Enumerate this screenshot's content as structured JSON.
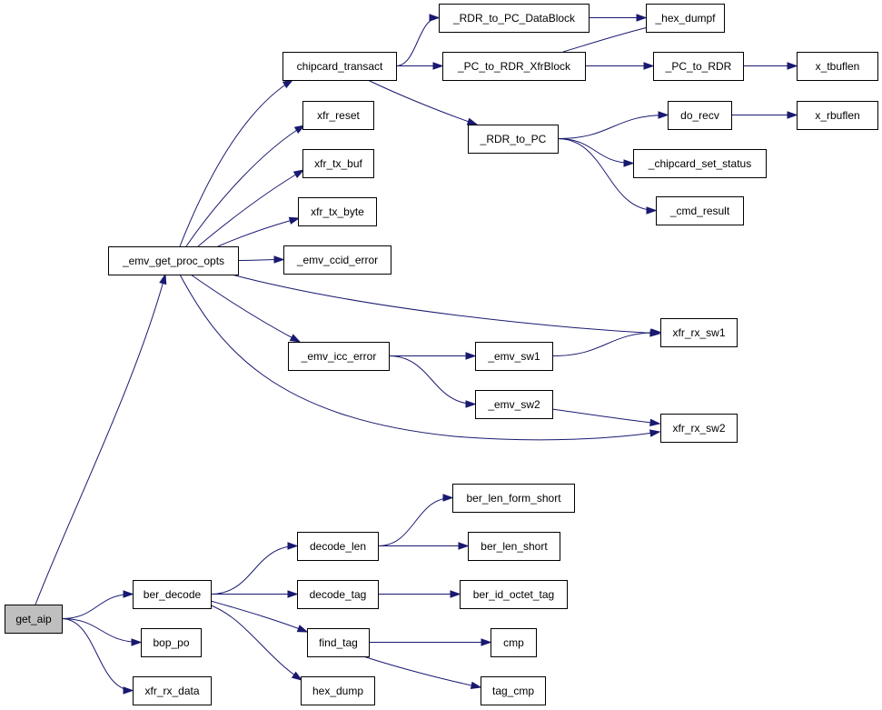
{
  "diagram": {
    "colors": {
      "edge": "#191970",
      "node_fill": "#ffffff",
      "root_fill": "#bfbfbf",
      "node_stroke": "#000000"
    },
    "nodes": {
      "get_aip": {
        "label": "get_aip",
        "root": true
      },
      "emv_get_proc_opts": {
        "label": "_emv_get_proc_opts"
      },
      "chipcard_transact": {
        "label": "chipcard_transact"
      },
      "rdr_to_pc_datablock": {
        "label": "_RDR_to_PC_DataBlock"
      },
      "hex_dumpf": {
        "label": "_hex_dumpf"
      },
      "pc_to_rdr_xfrblock": {
        "label": "_PC_to_RDR_XfrBlock"
      },
      "pc_to_rdr": {
        "label": "_PC_to_RDR"
      },
      "x_tbuflen": {
        "label": "x_tbuflen"
      },
      "rdr_to_pc": {
        "label": "_RDR_to_PC"
      },
      "do_recv": {
        "label": "do_recv"
      },
      "x_rbuflen": {
        "label": "x_rbuflen"
      },
      "chipcard_set_status": {
        "label": "_chipcard_set_status"
      },
      "cmd_result": {
        "label": "_cmd_result"
      },
      "xfr_reset": {
        "label": "xfr_reset"
      },
      "xfr_tx_buf": {
        "label": "xfr_tx_buf"
      },
      "xfr_tx_byte": {
        "label": "xfr_tx_byte"
      },
      "emv_ccid_error": {
        "label": "_emv_ccid_error"
      },
      "emv_icc_error": {
        "label": "_emv_icc_error"
      },
      "emv_sw1": {
        "label": "_emv_sw1"
      },
      "emv_sw2": {
        "label": "_emv_sw2"
      },
      "xfr_rx_sw1": {
        "label": "xfr_rx_sw1"
      },
      "xfr_rx_sw2": {
        "label": "xfr_rx_sw2"
      },
      "ber_decode": {
        "label": "ber_decode"
      },
      "decode_len": {
        "label": "decode_len"
      },
      "ber_len_form_short": {
        "label": "ber_len_form_short"
      },
      "ber_len_short": {
        "label": "ber_len_short"
      },
      "decode_tag": {
        "label": "decode_tag"
      },
      "ber_id_octet_tag": {
        "label": "ber_id_octet_tag"
      },
      "find_tag": {
        "label": "find_tag"
      },
      "cmp": {
        "label": "cmp"
      },
      "tag_cmp": {
        "label": "tag_cmp"
      },
      "hex_dump": {
        "label": "hex_dump"
      },
      "bop_po": {
        "label": "bop_po"
      },
      "xfr_rx_data": {
        "label": "xfr_rx_data"
      }
    },
    "edges": [
      {
        "from": "get_aip",
        "to": "emv_get_proc_opts"
      },
      {
        "from": "get_aip",
        "to": "ber_decode"
      },
      {
        "from": "get_aip",
        "to": "bop_po"
      },
      {
        "from": "get_aip",
        "to": "xfr_rx_data"
      },
      {
        "from": "emv_get_proc_opts",
        "to": "chipcard_transact"
      },
      {
        "from": "emv_get_proc_opts",
        "to": "xfr_reset"
      },
      {
        "from": "emv_get_proc_opts",
        "to": "xfr_tx_buf"
      },
      {
        "from": "emv_get_proc_opts",
        "to": "xfr_tx_byte"
      },
      {
        "from": "emv_get_proc_opts",
        "to": "emv_ccid_error"
      },
      {
        "from": "emv_get_proc_opts",
        "to": "xfr_rx_sw1"
      },
      {
        "from": "emv_get_proc_opts",
        "to": "emv_icc_error"
      },
      {
        "from": "emv_get_proc_opts",
        "to": "xfr_rx_sw2"
      },
      {
        "from": "chipcard_transact",
        "to": "rdr_to_pc_datablock"
      },
      {
        "from": "chipcard_transact",
        "to": "pc_to_rdr_xfrblock"
      },
      {
        "from": "chipcard_transact",
        "to": "rdr_to_pc"
      },
      {
        "from": "rdr_to_pc_datablock",
        "to": "hex_dumpf"
      },
      {
        "from": "pc_to_rdr_xfrblock",
        "to": "hex_dumpf"
      },
      {
        "from": "pc_to_rdr_xfrblock",
        "to": "pc_to_rdr"
      },
      {
        "from": "pc_to_rdr",
        "to": "x_tbuflen"
      },
      {
        "from": "rdr_to_pc",
        "to": "do_recv"
      },
      {
        "from": "rdr_to_pc",
        "to": "chipcard_set_status"
      },
      {
        "from": "rdr_to_pc",
        "to": "cmd_result"
      },
      {
        "from": "do_recv",
        "to": "x_rbuflen"
      },
      {
        "from": "emv_icc_error",
        "to": "emv_sw1"
      },
      {
        "from": "emv_icc_error",
        "to": "emv_sw2"
      },
      {
        "from": "emv_sw1",
        "to": "xfr_rx_sw1"
      },
      {
        "from": "emv_sw2",
        "to": "xfr_rx_sw2"
      },
      {
        "from": "ber_decode",
        "to": "decode_len"
      },
      {
        "from": "ber_decode",
        "to": "decode_tag"
      },
      {
        "from": "ber_decode",
        "to": "find_tag"
      },
      {
        "from": "ber_decode",
        "to": "hex_dump"
      },
      {
        "from": "decode_len",
        "to": "ber_len_form_short"
      },
      {
        "from": "decode_len",
        "to": "ber_len_short"
      },
      {
        "from": "decode_tag",
        "to": "ber_id_octet_tag"
      },
      {
        "from": "find_tag",
        "to": "cmp"
      },
      {
        "from": "find_tag",
        "to": "tag_cmp"
      }
    ]
  }
}
